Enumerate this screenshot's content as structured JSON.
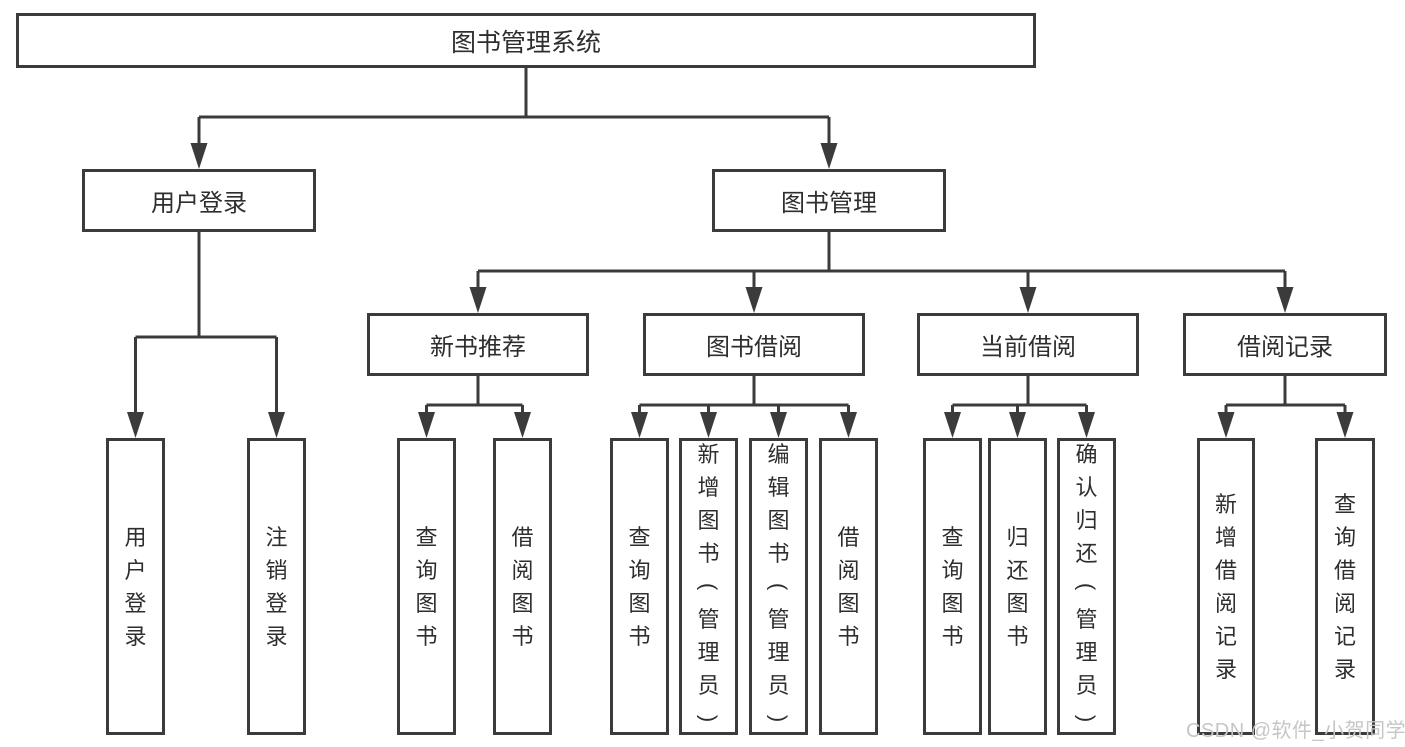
{
  "diagram_title": "图书管理系统",
  "tree": {
    "root": {
      "label": "图书管理系统"
    },
    "branches": [
      {
        "label": "用户登录",
        "children": [
          {
            "label": "用户登录"
          },
          {
            "label": "注销登录"
          }
        ]
      },
      {
        "label": "图书管理",
        "children": [
          {
            "label": "新书推荐",
            "children": [
              {
                "label": "查询图书"
              },
              {
                "label": "借阅图书"
              }
            ]
          },
          {
            "label": "图书借阅",
            "children": [
              {
                "label": "查询图书"
              },
              {
                "label": "新增图书（管理员）"
              },
              {
                "label": "编辑图书（管理员）"
              },
              {
                "label": "借阅图书"
              }
            ]
          },
          {
            "label": "当前借阅",
            "children": [
              {
                "label": "查询图书"
              },
              {
                "label": "归还图书"
              },
              {
                "label": "确认归还（管理员）"
              }
            ]
          },
          {
            "label": "借阅记录",
            "children": [
              {
                "label": "新增借阅记录"
              },
              {
                "label": "查询借阅记录"
              }
            ]
          }
        ]
      }
    ]
  },
  "watermark": {
    "text": "CSDN @软件_小贺同学",
    "color": "#c6c6c6"
  },
  "colors": {
    "line": "#3b3b3b",
    "text": "#2e2e2e",
    "background": "#ffffff"
  }
}
